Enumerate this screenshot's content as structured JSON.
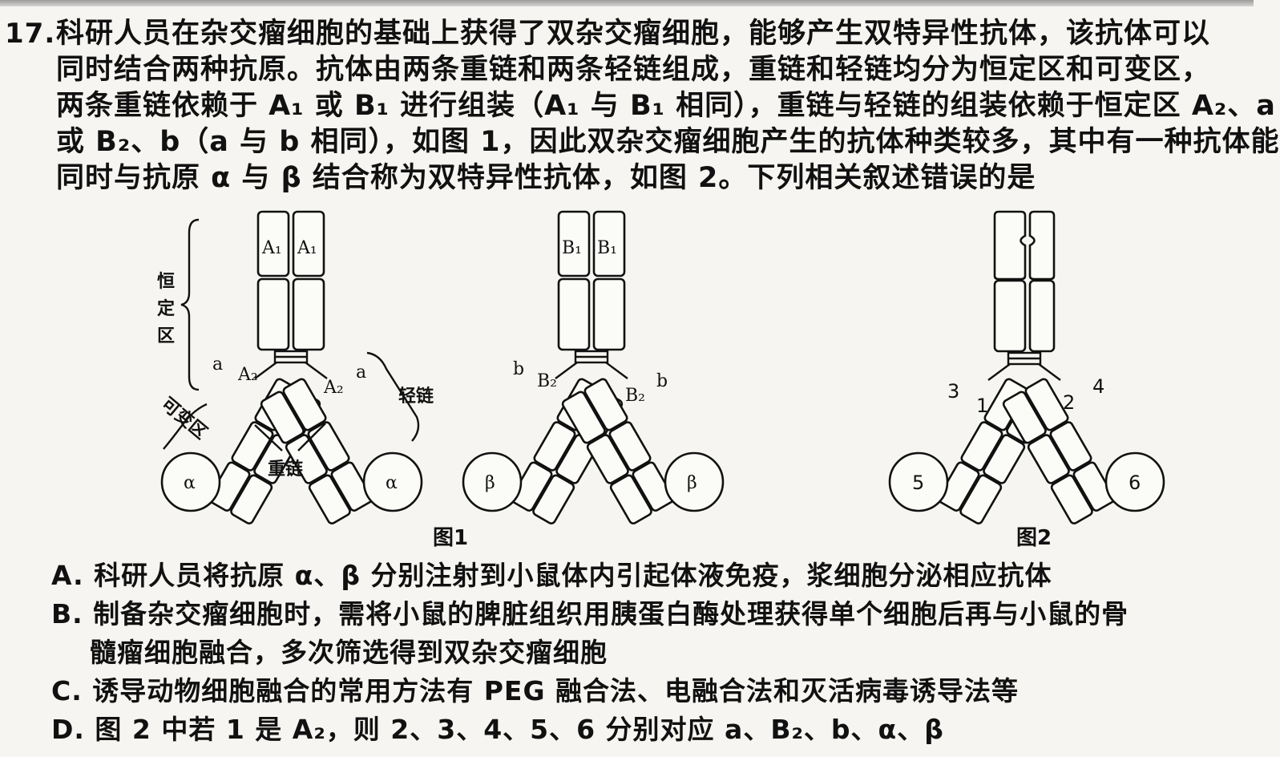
{
  "question": {
    "number": "17.",
    "lines": [
      "科研人员在杂交瘤细胞的基础上获得了双杂交瘤细胞，能够产生双特异性抗体，该抗体可以",
      "同时结合两种抗原。抗体由两条重链和两条轻链组成，重链和轻链均分为恒定区和可变区，",
      "两条重链依赖于 A₁ 或 B₁ 进行组装（A₁ 与 B₁ 相同），重链与轻链的组装依赖于恒定区 A₂、a",
      "或 B₂、b（a 与 b 相同），如图 1，因此双杂交瘤细胞产生的抗体种类较多，其中有一种抗体能",
      "同时与抗原 α 与 β 结合称为双特异性抗体，如图 2。下列相关叙述错误的是"
    ]
  },
  "figure1": {
    "caption": "图1",
    "left_antibody": {
      "heavy_labels": [
        "A₁",
        "A₁"
      ],
      "light_labels": [
        "a",
        "A₂",
        "A₂",
        "a"
      ],
      "antigens": [
        "α",
        "α"
      ]
    },
    "right_antibody": {
      "heavy_labels": [
        "B₁",
        "B₁"
      ],
      "light_labels": [
        "b",
        "B₂",
        "B₂",
        "b"
      ],
      "antigens": [
        "β",
        "β"
      ]
    },
    "annotations": {
      "constant_region": "恒定区",
      "variable_region": "可变区",
      "light_chain": "轻链",
      "heavy_chain": "重链"
    }
  },
  "figure2": {
    "caption": "图2",
    "numbers": [
      "3",
      "1",
      "2",
      "4",
      "5",
      "6"
    ]
  },
  "options": [
    {
      "line1": "A. 科研人员将抗原 α、β 分别注射到小鼠体内引起体液免疫，浆细胞分泌相应抗体"
    },
    {
      "line1": "B. 制备杂交瘤细胞时，需将小鼠的脾脏组织用胰蛋白酶处理获得单个细胞后再与小鼠的骨",
      "line2": "髓瘤细胞融合，多次筛选得到双杂交瘤细胞"
    },
    {
      "line1": "C. 诱导动物细胞融合的常用方法有 PEG 融合法、电融合法和灭活病毒诱导法等"
    },
    {
      "line1": "D. 图 2 中若 1 是 A₂，则 2、3、4、5、6 分别对应 a、B₂、b、α、β"
    }
  ]
}
